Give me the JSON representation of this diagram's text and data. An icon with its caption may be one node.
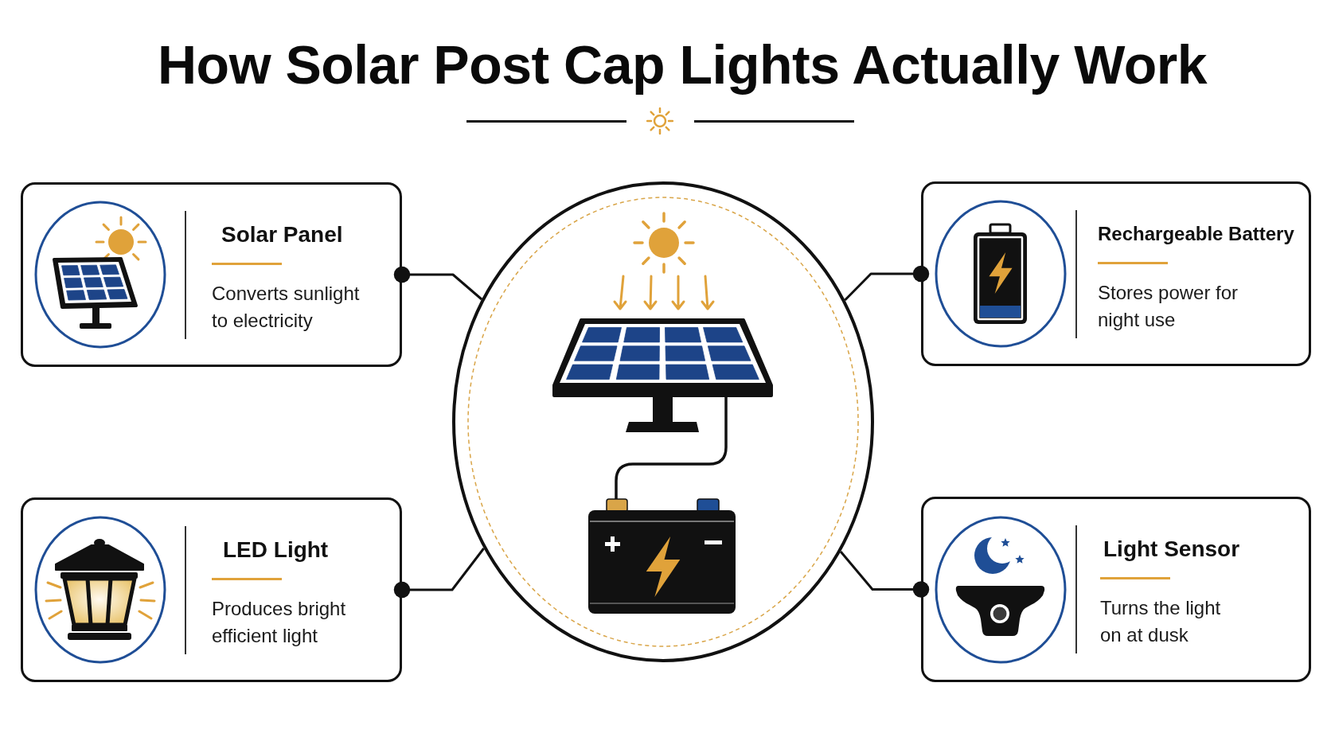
{
  "diagram": {
    "title": "How Solar Post Cap Lights Actually Work",
    "nodes": [
      {
        "text": [
          "Solar Panel",
          "Converts sunlight to electricity"
        ]
      },
      {
        "text": [],
        "shape": "circle"
      },
      {
        "text": [
          "Rechargeable Battery",
          "Stores power for night use"
        ]
      },
      {
        "text": [
          "LED Light",
          "Produces bright efficient light"
        ]
      },
      {
        "text": [
          "Light Sensor",
          "Turns the light on at dusk"
        ]
      }
    ],
    "edges": [
      {
        "from": 0,
        "to": 1,
        "arrow": "other"
      },
      {
        "from": 2,
        "to": 1,
        "arrow": "other"
      },
      {
        "from": 3,
        "to": 1,
        "arrow": "other"
      },
      {
        "from": 4,
        "to": 1,
        "arrow": "other"
      }
    ]
  }
}
